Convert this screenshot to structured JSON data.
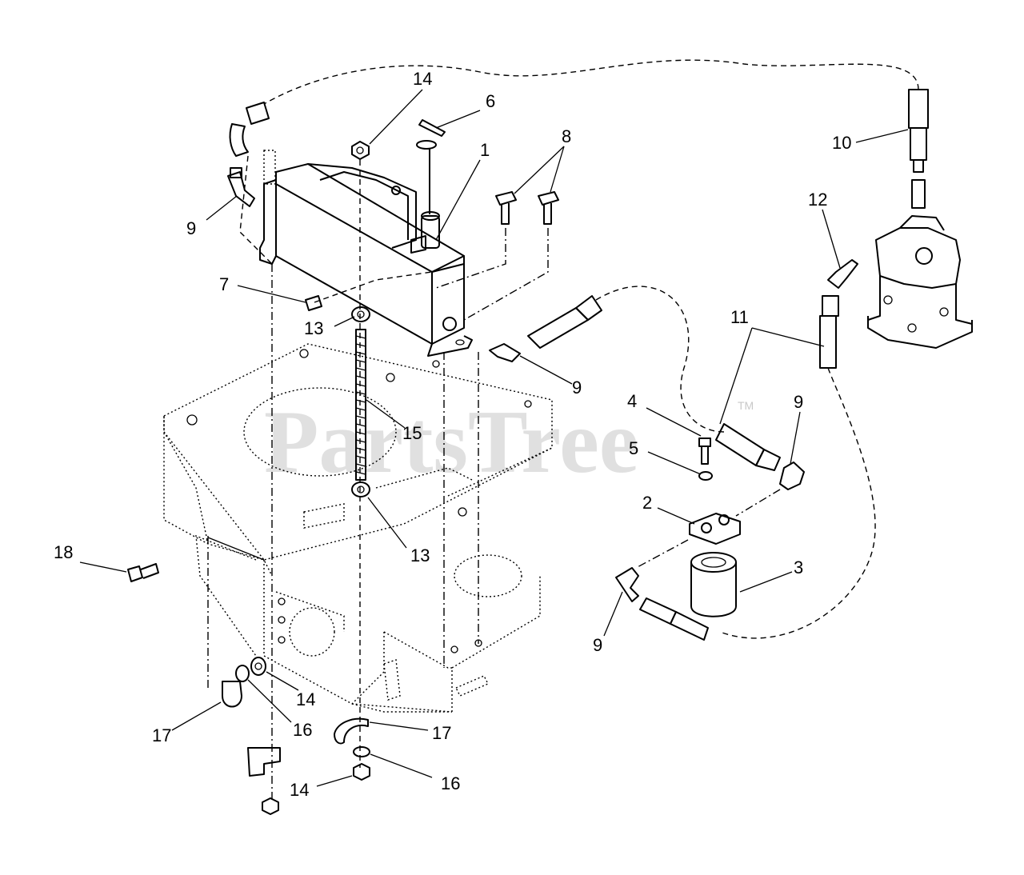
{
  "watermark": {
    "text": "PartsTree",
    "trademark": "TM"
  },
  "callouts": [
    {
      "id": "c14a",
      "label": "14"
    },
    {
      "id": "c6",
      "label": "6"
    },
    {
      "id": "c1",
      "label": "1"
    },
    {
      "id": "c8",
      "label": "8"
    },
    {
      "id": "c10",
      "label": "10"
    },
    {
      "id": "c9a",
      "label": "9"
    },
    {
      "id": "c12",
      "label": "12"
    },
    {
      "id": "c7",
      "label": "7"
    },
    {
      "id": "c13a",
      "label": "13"
    },
    {
      "id": "c11",
      "label": "11"
    },
    {
      "id": "c9b",
      "label": "9"
    },
    {
      "id": "c4",
      "label": "4"
    },
    {
      "id": "c9c",
      "label": "9"
    },
    {
      "id": "c15",
      "label": "15"
    },
    {
      "id": "c5",
      "label": "5"
    },
    {
      "id": "c2",
      "label": "2"
    },
    {
      "id": "c18",
      "label": "18"
    },
    {
      "id": "c13b",
      "label": "13"
    },
    {
      "id": "c3",
      "label": "3"
    },
    {
      "id": "c9d",
      "label": "9"
    },
    {
      "id": "c14b",
      "label": "14"
    },
    {
      "id": "c17a",
      "label": "17"
    },
    {
      "id": "c16a",
      "label": "16"
    },
    {
      "id": "c17b",
      "label": "17"
    },
    {
      "id": "c16b",
      "label": "16"
    },
    {
      "id": "c14c",
      "label": "14"
    }
  ]
}
